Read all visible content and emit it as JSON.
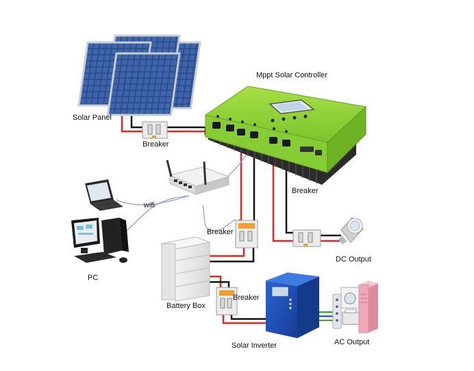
{
  "labels": {
    "controller": "Mppt Solar Controller",
    "solar_panel": "Solar Panel",
    "breaker_top": "Breaker",
    "breaker_dc": "Breaker",
    "breaker_battery": "Breaker",
    "breaker_inverter": "Breaker",
    "wifi": "wifi",
    "pc": "PC",
    "dc_output": "DC Output",
    "battery_box": "Battery Box",
    "solar_inverter": "Solar Inverter",
    "ac_output": "AC Output"
  },
  "colors": {
    "controller_green": "#8fd43a",
    "controller_dark": "#2a2a2a",
    "wire_red": "#e0261f",
    "wire_black": "#111111",
    "wire_wifi": "#8aa6d8",
    "wire_ac": "#3aa63a",
    "inverter_blue": "#1e4fb8",
    "panel_blue": "#2c4a86",
    "ac_unit_pink": "#f0a9bb"
  }
}
